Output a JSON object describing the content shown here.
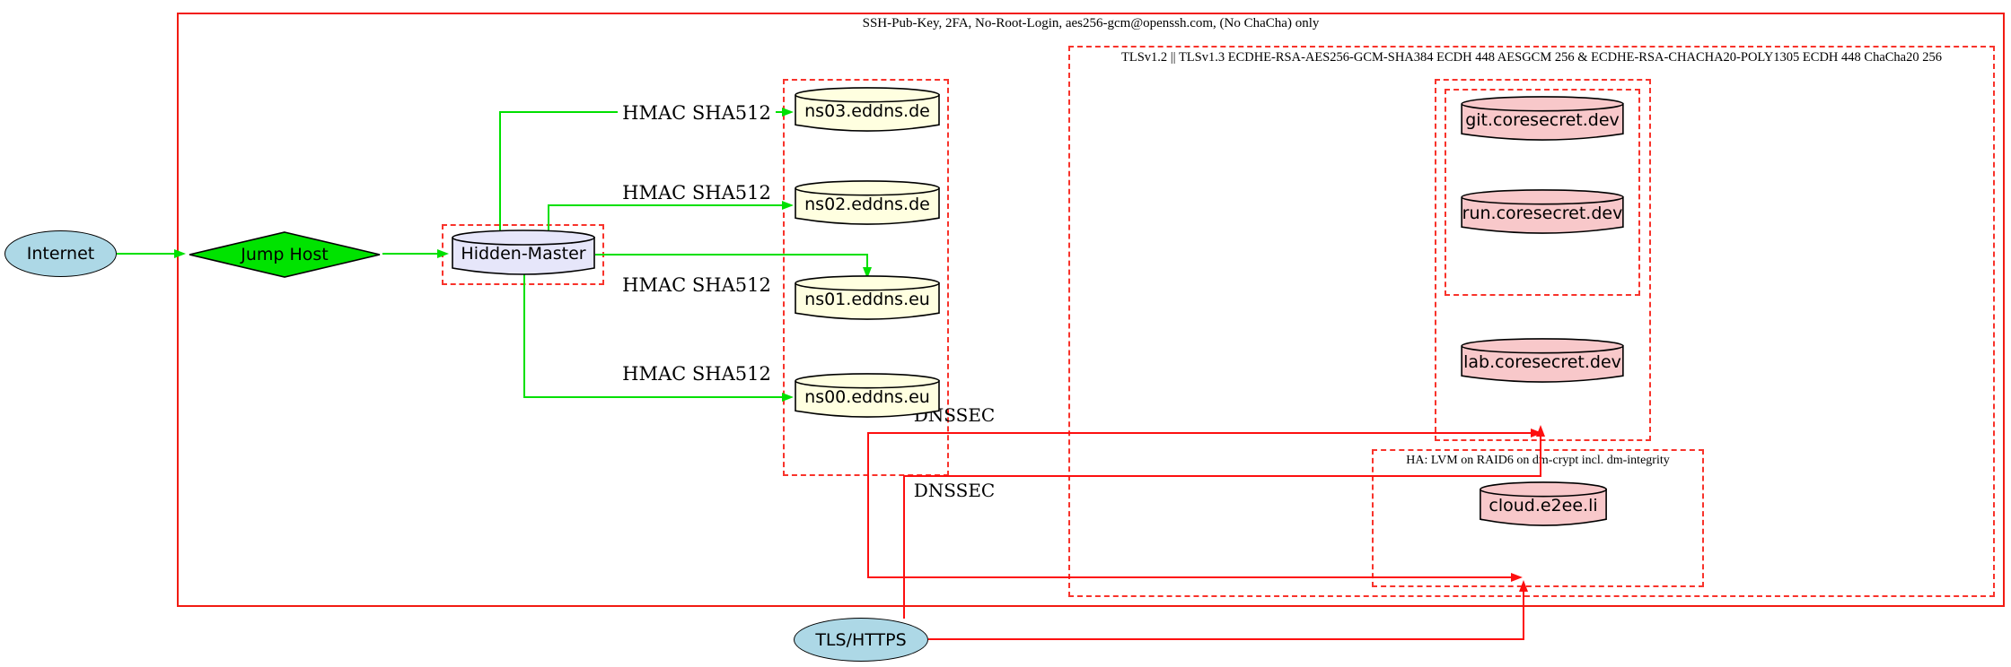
{
  "clusters": {
    "ssh": {
      "label": "SSH-Pub-Key, 2FA, No-Root-Login, aes256-gcm@openssh.com, (No ChaCha) only"
    },
    "tls": {
      "label": "TLSv1.2 || TLSv1.3 ECDHE-RSA-AES256-GCM-SHA384 ECDH 448 AESGCM 256 & ECDHE-RSA-CHACHA20-POLY1305 ECDH 448 ChaCha20 256"
    },
    "ha": {
      "label": "HA: LVM on RAID6 on dm-crypt incl. dm-integrity"
    }
  },
  "nodes": {
    "internet": {
      "label": "Internet",
      "shape": "ellipse",
      "fill": "#add8e6"
    },
    "jump_host": {
      "label": "Jump Host",
      "shape": "diamond",
      "fill": "#00e300"
    },
    "hidden_master": {
      "label": "Hidden-Master",
      "shape": "cylinder",
      "fill": "#e6e6fa"
    },
    "ns03": {
      "label": "ns03.eddns.de",
      "shape": "cylinder",
      "fill": "#ffffe0"
    },
    "ns02": {
      "label": "ns02.eddns.de",
      "shape": "cylinder",
      "fill": "#ffffe0"
    },
    "ns01": {
      "label": "ns01.eddns.eu",
      "shape": "cylinder",
      "fill": "#ffffe0"
    },
    "ns00": {
      "label": "ns00.eddns.eu",
      "shape": "cylinder",
      "fill": "#ffffe0"
    },
    "git": {
      "label": "git.coresecret.dev",
      "shape": "cylinder",
      "fill": "#f8c8ca"
    },
    "run": {
      "label": "run.coresecret.dev",
      "shape": "cylinder",
      "fill": "#f8c8ca"
    },
    "lab": {
      "label": "lab.coresecret.dev",
      "shape": "cylinder",
      "fill": "#f8c8ca"
    },
    "cloud": {
      "label": "cloud.e2ee.li",
      "shape": "cylinder",
      "fill": "#f8c8ca"
    },
    "tls_https": {
      "label": "TLS/HTTPS",
      "shape": "ellipse",
      "fill": "#add8e6"
    }
  },
  "edge_labels": {
    "hmac1": "HMAC SHA512",
    "hmac2": "HMAC SHA512",
    "hmac3": "HMAC SHA512",
    "hmac4": "HMAC SHA512",
    "dnssec1": "DNSSEC",
    "dnssec2": "DNSSEC"
  },
  "colors": {
    "edge_secure_green": "#00e000",
    "edge_red": "#fd0f0f",
    "cluster_border_red": "#f8332b",
    "node_blue": "#add8e6",
    "node_green": "#00e300",
    "node_lavender": "#e6e6fa",
    "node_lightyellow": "#ffffe0",
    "node_pink": "#f8c8ca"
  }
}
